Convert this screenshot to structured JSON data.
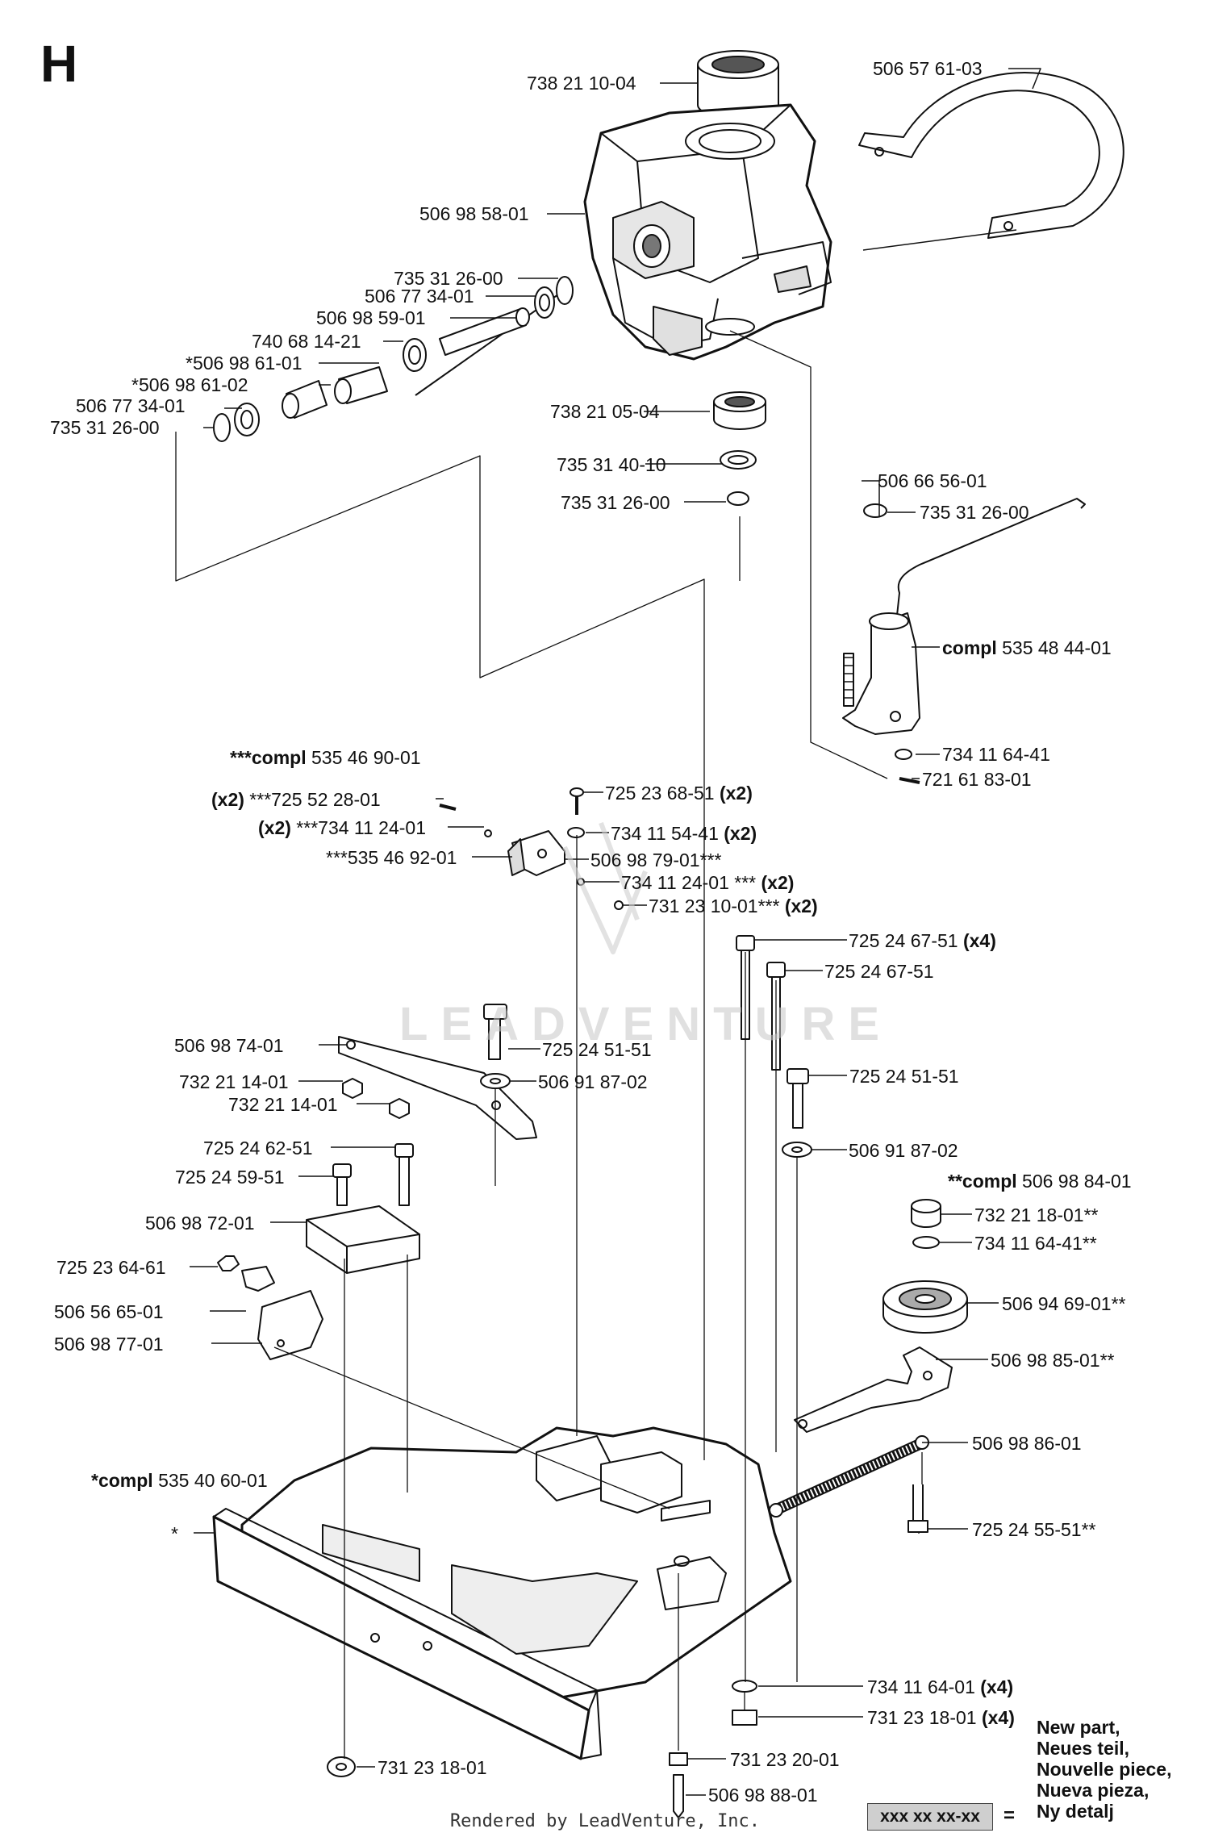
{
  "section_letter": "H",
  "watermark": "LEADVENTURE",
  "footer": "Rendered by LeadVenture, Inc.",
  "legend": {
    "text": "New part,\nNeues teil,\nNouvelle piece,\nNueva pieza,\nNy detalj",
    "box": "xxx xx xx-xx",
    "eq": "="
  },
  "parts": [
    {
      "id": "p01",
      "bold": "",
      "num": "738 21 10-04",
      "suffix": ""
    },
    {
      "id": "p02",
      "bold": "",
      "num": "506 57 61-03",
      "suffix": ""
    },
    {
      "id": "p03",
      "bold": "",
      "num": "506 98 58-01",
      "suffix": ""
    },
    {
      "id": "p04",
      "bold": "",
      "num": "735 31 26-00",
      "suffix": ""
    },
    {
      "id": "p05",
      "bold": "",
      "num": "506 77 34-01",
      "suffix": ""
    },
    {
      "id": "p06",
      "bold": "",
      "num": "506 98 59-01",
      "suffix": ""
    },
    {
      "id": "p07",
      "bold": "",
      "num": "740 68 14-21",
      "suffix": ""
    },
    {
      "id": "p08",
      "bold": "",
      "num": "*506 98 61-01",
      "suffix": ""
    },
    {
      "id": "p09",
      "bold": "",
      "num": "*506 98 61-02",
      "suffix": ""
    },
    {
      "id": "p10",
      "bold": "",
      "num": "506 77 34-01",
      "suffix": ""
    },
    {
      "id": "p11",
      "bold": "",
      "num": "735 31 26-00",
      "suffix": ""
    },
    {
      "id": "p12",
      "bold": "",
      "num": "738 21 05-04",
      "suffix": ""
    },
    {
      "id": "p13",
      "bold": "",
      "num": "735 31 40-10",
      "suffix": ""
    },
    {
      "id": "p14",
      "bold": "",
      "num": "735 31 26-00",
      "suffix": ""
    },
    {
      "id": "p15",
      "bold": "",
      "num": "506 66 56-01",
      "suffix": ""
    },
    {
      "id": "p16",
      "bold": "",
      "num": "735 31 26-00",
      "suffix": ""
    },
    {
      "id": "p17",
      "bold": "compl",
      "num": "535 48 44-01",
      "suffix": ""
    },
    {
      "id": "p18",
      "bold": "",
      "num": "734 11 64-41",
      "suffix": ""
    },
    {
      "id": "p19",
      "bold": "",
      "num": "721 61 83-01",
      "suffix": ""
    },
    {
      "id": "p20",
      "bold": "***compl",
      "num": "535 46 90-01",
      "suffix": ""
    },
    {
      "id": "p21",
      "bold": "(x2)",
      "num": "***725 52 28-01",
      "suffix": ""
    },
    {
      "id": "p22",
      "bold": "(x2)",
      "num": "***734 11 24-01",
      "suffix": ""
    },
    {
      "id": "p23",
      "bold": "",
      "num": "***535 46 92-01",
      "suffix": ""
    },
    {
      "id": "p24",
      "bold": "",
      "num": "725 23 68-51",
      "suffix": "(x2)"
    },
    {
      "id": "p25",
      "bold": "",
      "num": "734 11 54-41",
      "suffix": "(x2)"
    },
    {
      "id": "p26",
      "bold": "",
      "num": "506 98 79-01***",
      "suffix": ""
    },
    {
      "id": "p27",
      "bold": "",
      "num": "734 11 24-01 ***",
      "suffix": "(x2)"
    },
    {
      "id": "p28",
      "bold": "",
      "num": "731 23 10-01***",
      "suffix": "(x2)"
    },
    {
      "id": "p29",
      "bold": "",
      "num": "725 24 67-51",
      "suffix": "(x4)"
    },
    {
      "id": "p30",
      "bold": "",
      "num": "725 24 67-51",
      "suffix": ""
    },
    {
      "id": "p31",
      "bold": "",
      "num": "506 98 74-01",
      "suffix": ""
    },
    {
      "id": "p32",
      "bold": "",
      "num": "725 24 51-51",
      "suffix": ""
    },
    {
      "id": "p33",
      "bold": "",
      "num": "732 21 14-01",
      "suffix": ""
    },
    {
      "id": "p34",
      "bold": "",
      "num": "506 91 87-02",
      "suffix": ""
    },
    {
      "id": "p35",
      "bold": "",
      "num": "732 21 14-01",
      "suffix": ""
    },
    {
      "id": "p36",
      "bold": "",
      "num": "725 24 51-51",
      "suffix": ""
    },
    {
      "id": "p37",
      "bold": "",
      "num": "725 24 62-51",
      "suffix": ""
    },
    {
      "id": "p38",
      "bold": "",
      "num": "506 91 87-02",
      "suffix": ""
    },
    {
      "id": "p39",
      "bold": "",
      "num": "725 24 59-51",
      "suffix": ""
    },
    {
      "id": "p40",
      "bold": "**compl",
      "num": "506 98 84-01",
      "suffix": ""
    },
    {
      "id": "p41",
      "bold": "",
      "num": "506 98 72-01",
      "suffix": ""
    },
    {
      "id": "p42",
      "bold": "",
      "num": "732 21 18-01**",
      "suffix": ""
    },
    {
      "id": "p43",
      "bold": "",
      "num": "734 11 64-41**",
      "suffix": ""
    },
    {
      "id": "p44",
      "bold": "",
      "num": "725 23 64-61",
      "suffix": ""
    },
    {
      "id": "p45",
      "bold": "",
      "num": "506 94 69-01**",
      "suffix": ""
    },
    {
      "id": "p46",
      "bold": "",
      "num": "506 56 65-01",
      "suffix": ""
    },
    {
      "id": "p47",
      "bold": "",
      "num": "506 98 77-01",
      "suffix": ""
    },
    {
      "id": "p48",
      "bold": "",
      "num": "506 98 85-01**",
      "suffix": ""
    },
    {
      "id": "p49",
      "bold": "",
      "num": "506 98 86-01",
      "suffix": ""
    },
    {
      "id": "p50",
      "bold": "*compl",
      "num": "535 40 60-01",
      "suffix": ""
    },
    {
      "id": "p51",
      "bold": "",
      "num": "*",
      "suffix": ""
    },
    {
      "id": "p52",
      "bold": "",
      "num": "725 24 55-51**",
      "suffix": ""
    },
    {
      "id": "p53",
      "bold": "",
      "num": "734 11 64-01",
      "suffix": "(x4)"
    },
    {
      "id": "p54",
      "bold": "",
      "num": "731 23 18-01",
      "suffix": "(x4)"
    },
    {
      "id": "p55",
      "bold": "",
      "num": "731 23 20-01",
      "suffix": ""
    },
    {
      "id": "p56",
      "bold": "",
      "num": "506 98 88-01",
      "suffix": ""
    },
    {
      "id": "p57",
      "bold": "",
      "num": "731 23 18-01",
      "suffix": ""
    }
  ]
}
